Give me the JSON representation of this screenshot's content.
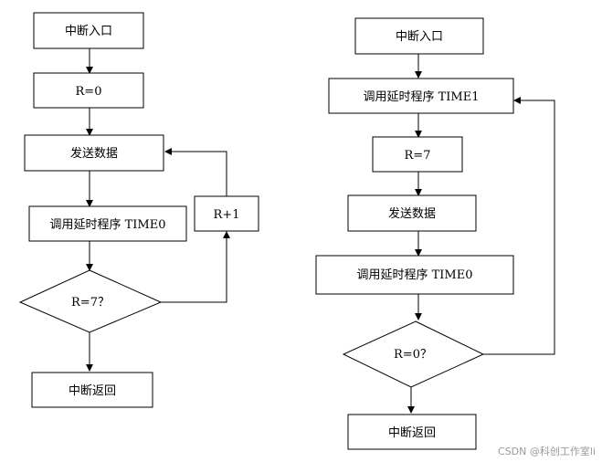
{
  "left_flow": {
    "start": "中断入口",
    "init": "R=0",
    "send": "发送数据",
    "delay": "调用延时程序 TIME0",
    "check": "R=7？",
    "increment": "R+1",
    "end": "中断返回"
  },
  "right_flow": {
    "start": "中断入口",
    "delay1": "调用延时程序 TIME1",
    "init": "R=7",
    "send": "发送数据",
    "delay0": "调用延时程序 TIME0",
    "check": "R=0？",
    "end": "中断返回"
  },
  "watermark": "CSDN @科创工作室li"
}
